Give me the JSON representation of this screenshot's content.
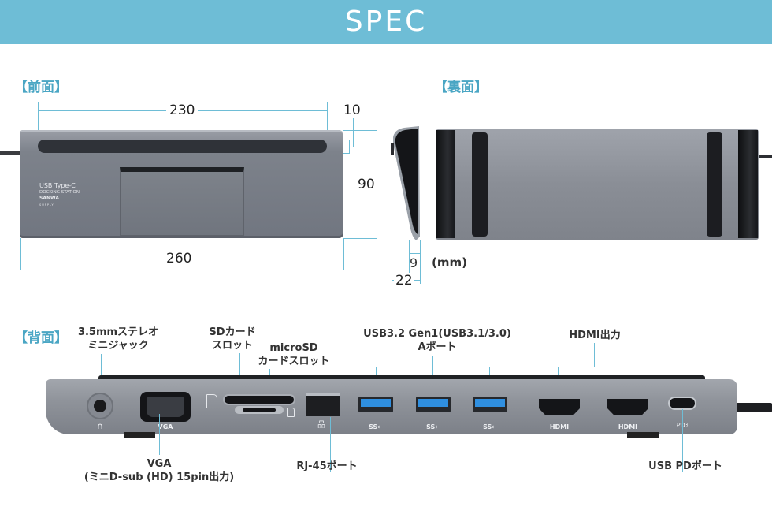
{
  "header": {
    "title": "SPEC"
  },
  "sections": {
    "front": "【前面】",
    "back": "【裏面】",
    "rear": "【背面】"
  },
  "front_view": {
    "dimensions": {
      "slot_width": "230",
      "slot_height": "10",
      "height": "90",
      "width": "260"
    },
    "logo_lines": [
      "USB Type-C",
      "DOCKING STATION",
      "SANWA",
      "SUPPLY"
    ]
  },
  "side_view": {
    "dimensions": {
      "base_depth": "9",
      "top_depth": "22"
    },
    "unit": "(mm)"
  },
  "rear_view": {
    "callouts": {
      "audio": [
        "3.5mmステレオ",
        "ミニジャック"
      ],
      "sd": [
        "SDカード",
        "スロット"
      ],
      "microsd": [
        "microSD",
        "カードスロット"
      ],
      "usb": [
        "USB3.2 Gen1(USB3.1/3.0)",
        "Aポート"
      ],
      "hdmi": [
        "HDMI出力"
      ],
      "vga": [
        "VGA",
        "(ミニD-sub (HD) 15pin出力)"
      ],
      "rj45": [
        "RJ-45ポート"
      ],
      "usbpd": [
        "USB PDポート"
      ]
    },
    "port_labels": {
      "vga": "VGA",
      "usb": "SS⇠",
      "hdmi": "HDMI",
      "pd": "PD⚡"
    }
  },
  "colors": {
    "accent": "#6ebdd6",
    "section_label": "#4aa6c4",
    "device_gray": "#8a8e96",
    "usb_blue": "#2f8fe0"
  }
}
